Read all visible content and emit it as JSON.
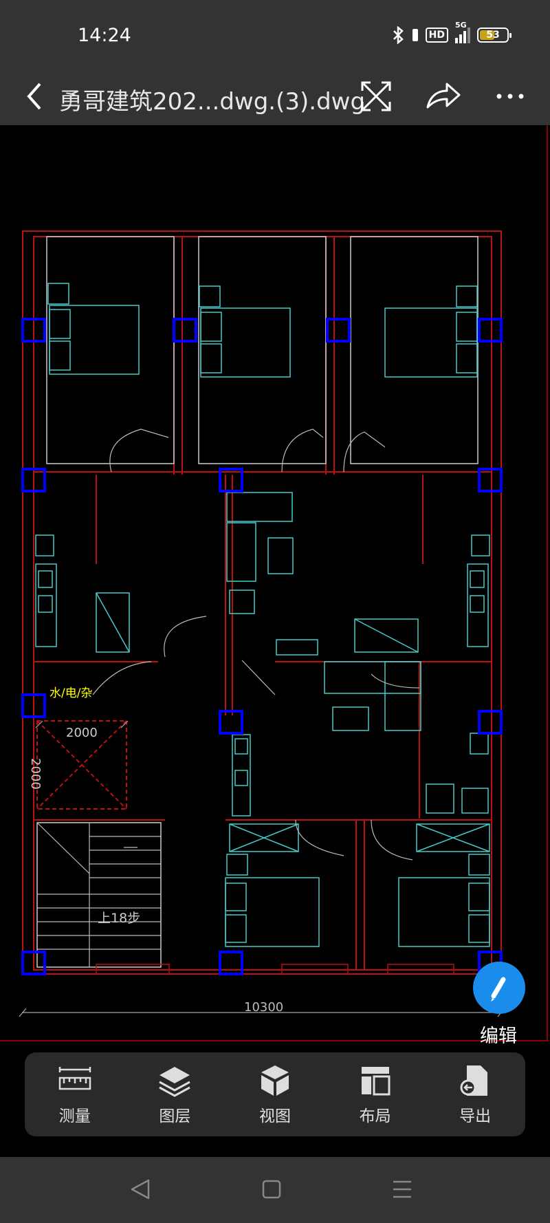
{
  "status_bar": {
    "time": "14:24",
    "network": "5G",
    "hd": "HD",
    "battery": "53",
    "icons": [
      "bluetooth-icon",
      "hd-icon",
      "signal-icon",
      "battery-icon"
    ]
  },
  "title_bar": {
    "file_name": "勇哥建筑202...dwg.(3).dwg",
    "icons": [
      "back-icon",
      "fullscreen-icon",
      "share-icon",
      "more-icon"
    ]
  },
  "drawing": {
    "room_label": "水/电/杂",
    "dim_width": "2000",
    "dim_height": "2000",
    "stair_label": "上18步",
    "total_dimension": "10300",
    "colors": {
      "wall": "#b11",
      "furniture": "#4cc",
      "column": "#00f",
      "label": "#ff0",
      "dimension": "#aaa"
    }
  },
  "edit_button": {
    "label": "编辑",
    "icon": "pencil-icon"
  },
  "toolbar": {
    "items": [
      {
        "label": "测量",
        "icon": "measure-icon"
      },
      {
        "label": "图层",
        "icon": "layers-icon"
      },
      {
        "label": "视图",
        "icon": "cube-icon"
      },
      {
        "label": "布局",
        "icon": "layout-icon"
      },
      {
        "label": "导出",
        "icon": "export-icon"
      }
    ]
  },
  "nav_bar": {
    "icons": [
      "nav-back-icon",
      "nav-home-icon",
      "nav-menu-icon"
    ]
  }
}
